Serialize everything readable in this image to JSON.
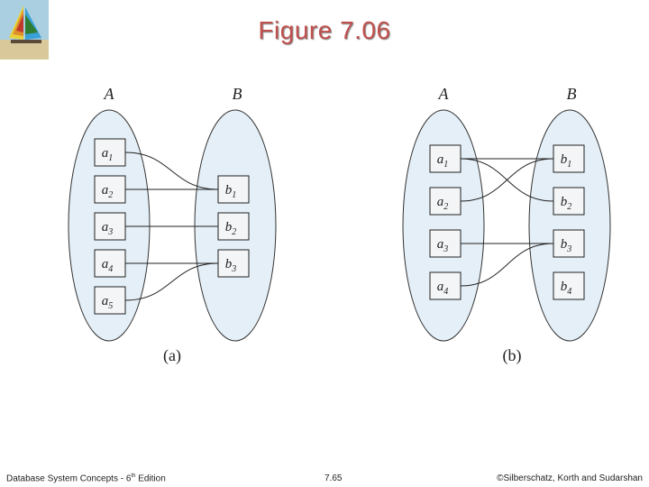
{
  "title": "Figure 7.06",
  "diagram_a": {
    "caption": "(a)",
    "set_a_label": "A",
    "set_b_label": "B",
    "a_items": [
      {
        "base": "a",
        "sub": "1"
      },
      {
        "base": "a",
        "sub": "2"
      },
      {
        "base": "a",
        "sub": "3"
      },
      {
        "base": "a",
        "sub": "4"
      },
      {
        "base": "a",
        "sub": "5"
      }
    ],
    "b_items": [
      {
        "base": "b",
        "sub": "1"
      },
      {
        "base": "b",
        "sub": "2"
      },
      {
        "base": "b",
        "sub": "3"
      }
    ],
    "edges": [
      [
        0,
        0
      ],
      [
        1,
        0
      ],
      [
        2,
        1
      ],
      [
        3,
        2
      ],
      [
        4,
        2
      ]
    ]
  },
  "diagram_b": {
    "caption": "(b)",
    "set_a_label": "A",
    "set_b_label": "B",
    "a_items": [
      {
        "base": "a",
        "sub": "1"
      },
      {
        "base": "a",
        "sub": "2"
      },
      {
        "base": "a",
        "sub": "3"
      },
      {
        "base": "a",
        "sub": "4"
      }
    ],
    "b_items": [
      {
        "base": "b",
        "sub": "1"
      },
      {
        "base": "b",
        "sub": "2"
      },
      {
        "base": "b",
        "sub": "3"
      },
      {
        "base": "b",
        "sub": "4"
      }
    ],
    "edges": [
      [
        0,
        0
      ],
      [
        0,
        1
      ],
      [
        1,
        0
      ],
      [
        2,
        2
      ],
      [
        3,
        2
      ]
    ]
  },
  "footer": {
    "left_prefix": "Database System Concepts - 6",
    "left_sup": "th",
    "left_suffix": " Edition",
    "page": "7.65",
    "copyright": "©Silberschatz, Korth and Sudarshan"
  },
  "colors": {
    "title": "#c0504d",
    "ellipse_fill": "#e4eff7",
    "box_fill": "#f3f5f7",
    "box_stroke": "#222222",
    "line": "#222222"
  }
}
